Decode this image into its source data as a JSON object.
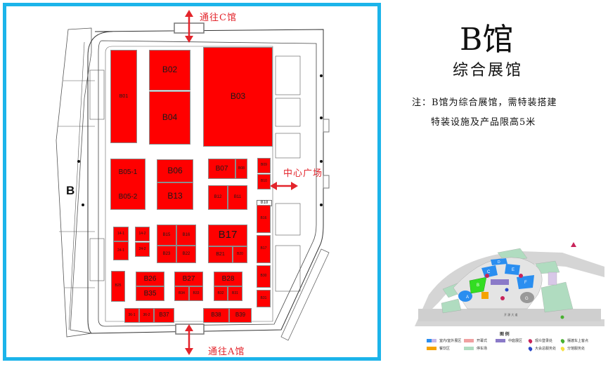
{
  "header": {
    "title": "B馆",
    "subtitle": "综合展馆",
    "note_line1": "注：B馆为综合展馆，需特装搭建",
    "note_line2": "特装设施及产品限高5米"
  },
  "floor_plan": {
    "hall_label": "B",
    "directions": {
      "to_c": "通往C馆",
      "to_a": "通往A馆",
      "center_plaza": "中心广场"
    },
    "booths": [
      {
        "id": "B01",
        "label": "B01"
      },
      {
        "id": "B02",
        "label": "B02"
      },
      {
        "id": "B03",
        "label": "B03"
      },
      {
        "id": "B04",
        "label": "B04"
      },
      {
        "id": "B05-1",
        "label": "B05-1"
      },
      {
        "id": "B05-2",
        "label": "B05-2"
      },
      {
        "id": "B06",
        "label": "B06"
      },
      {
        "id": "B07",
        "label": "B07"
      },
      {
        "id": "B08",
        "label": "B08"
      },
      {
        "id": "B09",
        "label": "B09"
      },
      {
        "id": "B10",
        "label": "B10"
      },
      {
        "id": "B11",
        "label": "B11"
      },
      {
        "id": "B12",
        "label": "B12"
      },
      {
        "id": "B13",
        "label": "B13"
      },
      {
        "id": "14-1",
        "label": "14-1"
      },
      {
        "id": "14-2",
        "label": "14-2"
      },
      {
        "id": "B15",
        "label": "B15"
      },
      {
        "id": "B16",
        "label": "B16"
      },
      {
        "id": "B17",
        "label": "B17"
      },
      {
        "id": "B18",
        "label": "B18"
      },
      {
        "id": "B19",
        "label": "B19"
      },
      {
        "id": "B20",
        "label": "B20"
      },
      {
        "id": "B21",
        "label": "B21"
      },
      {
        "id": "B22",
        "label": "B22"
      },
      {
        "id": "B23",
        "label": "B23"
      },
      {
        "id": "24-1",
        "label": "24-1"
      },
      {
        "id": "24-2",
        "label": "24-2"
      },
      {
        "id": "B25",
        "label": "B25"
      },
      {
        "id": "B26",
        "label": "B26"
      },
      {
        "id": "B27",
        "label": "B27"
      },
      {
        "id": "B28",
        "label": "B28"
      },
      {
        "id": "B29",
        "label": "B29"
      },
      {
        "id": "B30",
        "label": "B30"
      },
      {
        "id": "B31",
        "label": "B31"
      },
      {
        "id": "B32",
        "label": "B32"
      },
      {
        "id": "B33",
        "label": "B33"
      },
      {
        "id": "B34",
        "label": "B34"
      },
      {
        "id": "B35",
        "label": "B35"
      },
      {
        "id": "36-1",
        "label": "36-1"
      },
      {
        "id": "36-2",
        "label": "36-2"
      },
      {
        "id": "B37",
        "label": "B37"
      },
      {
        "id": "B38",
        "label": "B38"
      },
      {
        "id": "B39",
        "label": "B39"
      },
      {
        "id": "B18-sign",
        "label": "B18"
      },
      {
        "id": "B17-sign",
        "label": "B17"
      }
    ],
    "booth_color": "#ff0000",
    "frame_color": "#1cb4ea"
  },
  "overview_map": {
    "halls": [
      "A",
      "B",
      "C",
      "D",
      "E",
      "F",
      "G"
    ],
    "highlight_hall": "B",
    "highlight_color": "#33dd22",
    "hall_color": "#2a8ef0",
    "road_label": "开 源 大 道",
    "legend_title": "图 例",
    "legend": [
      {
        "label": "室内/室外展区",
        "color": "#2a8ef0"
      },
      {
        "label": "开幕式",
        "color": "#f0a0a0"
      },
      {
        "label": "中庭展区",
        "color": "#8a7ac8"
      },
      {
        "label": "观众登录处",
        "color": "#c8245a"
      },
      {
        "label": "摆渡车上客点",
        "color": "#48b030"
      },
      {
        "label": "餐饮区",
        "color": "#f5a300"
      },
      {
        "label": "停车场",
        "color": "#b0dcc0"
      },
      {
        "label": "大会总服务处",
        "color": "#2a48c8"
      },
      {
        "label": "分馆服务处",
        "color": "#f5e040"
      }
    ]
  }
}
